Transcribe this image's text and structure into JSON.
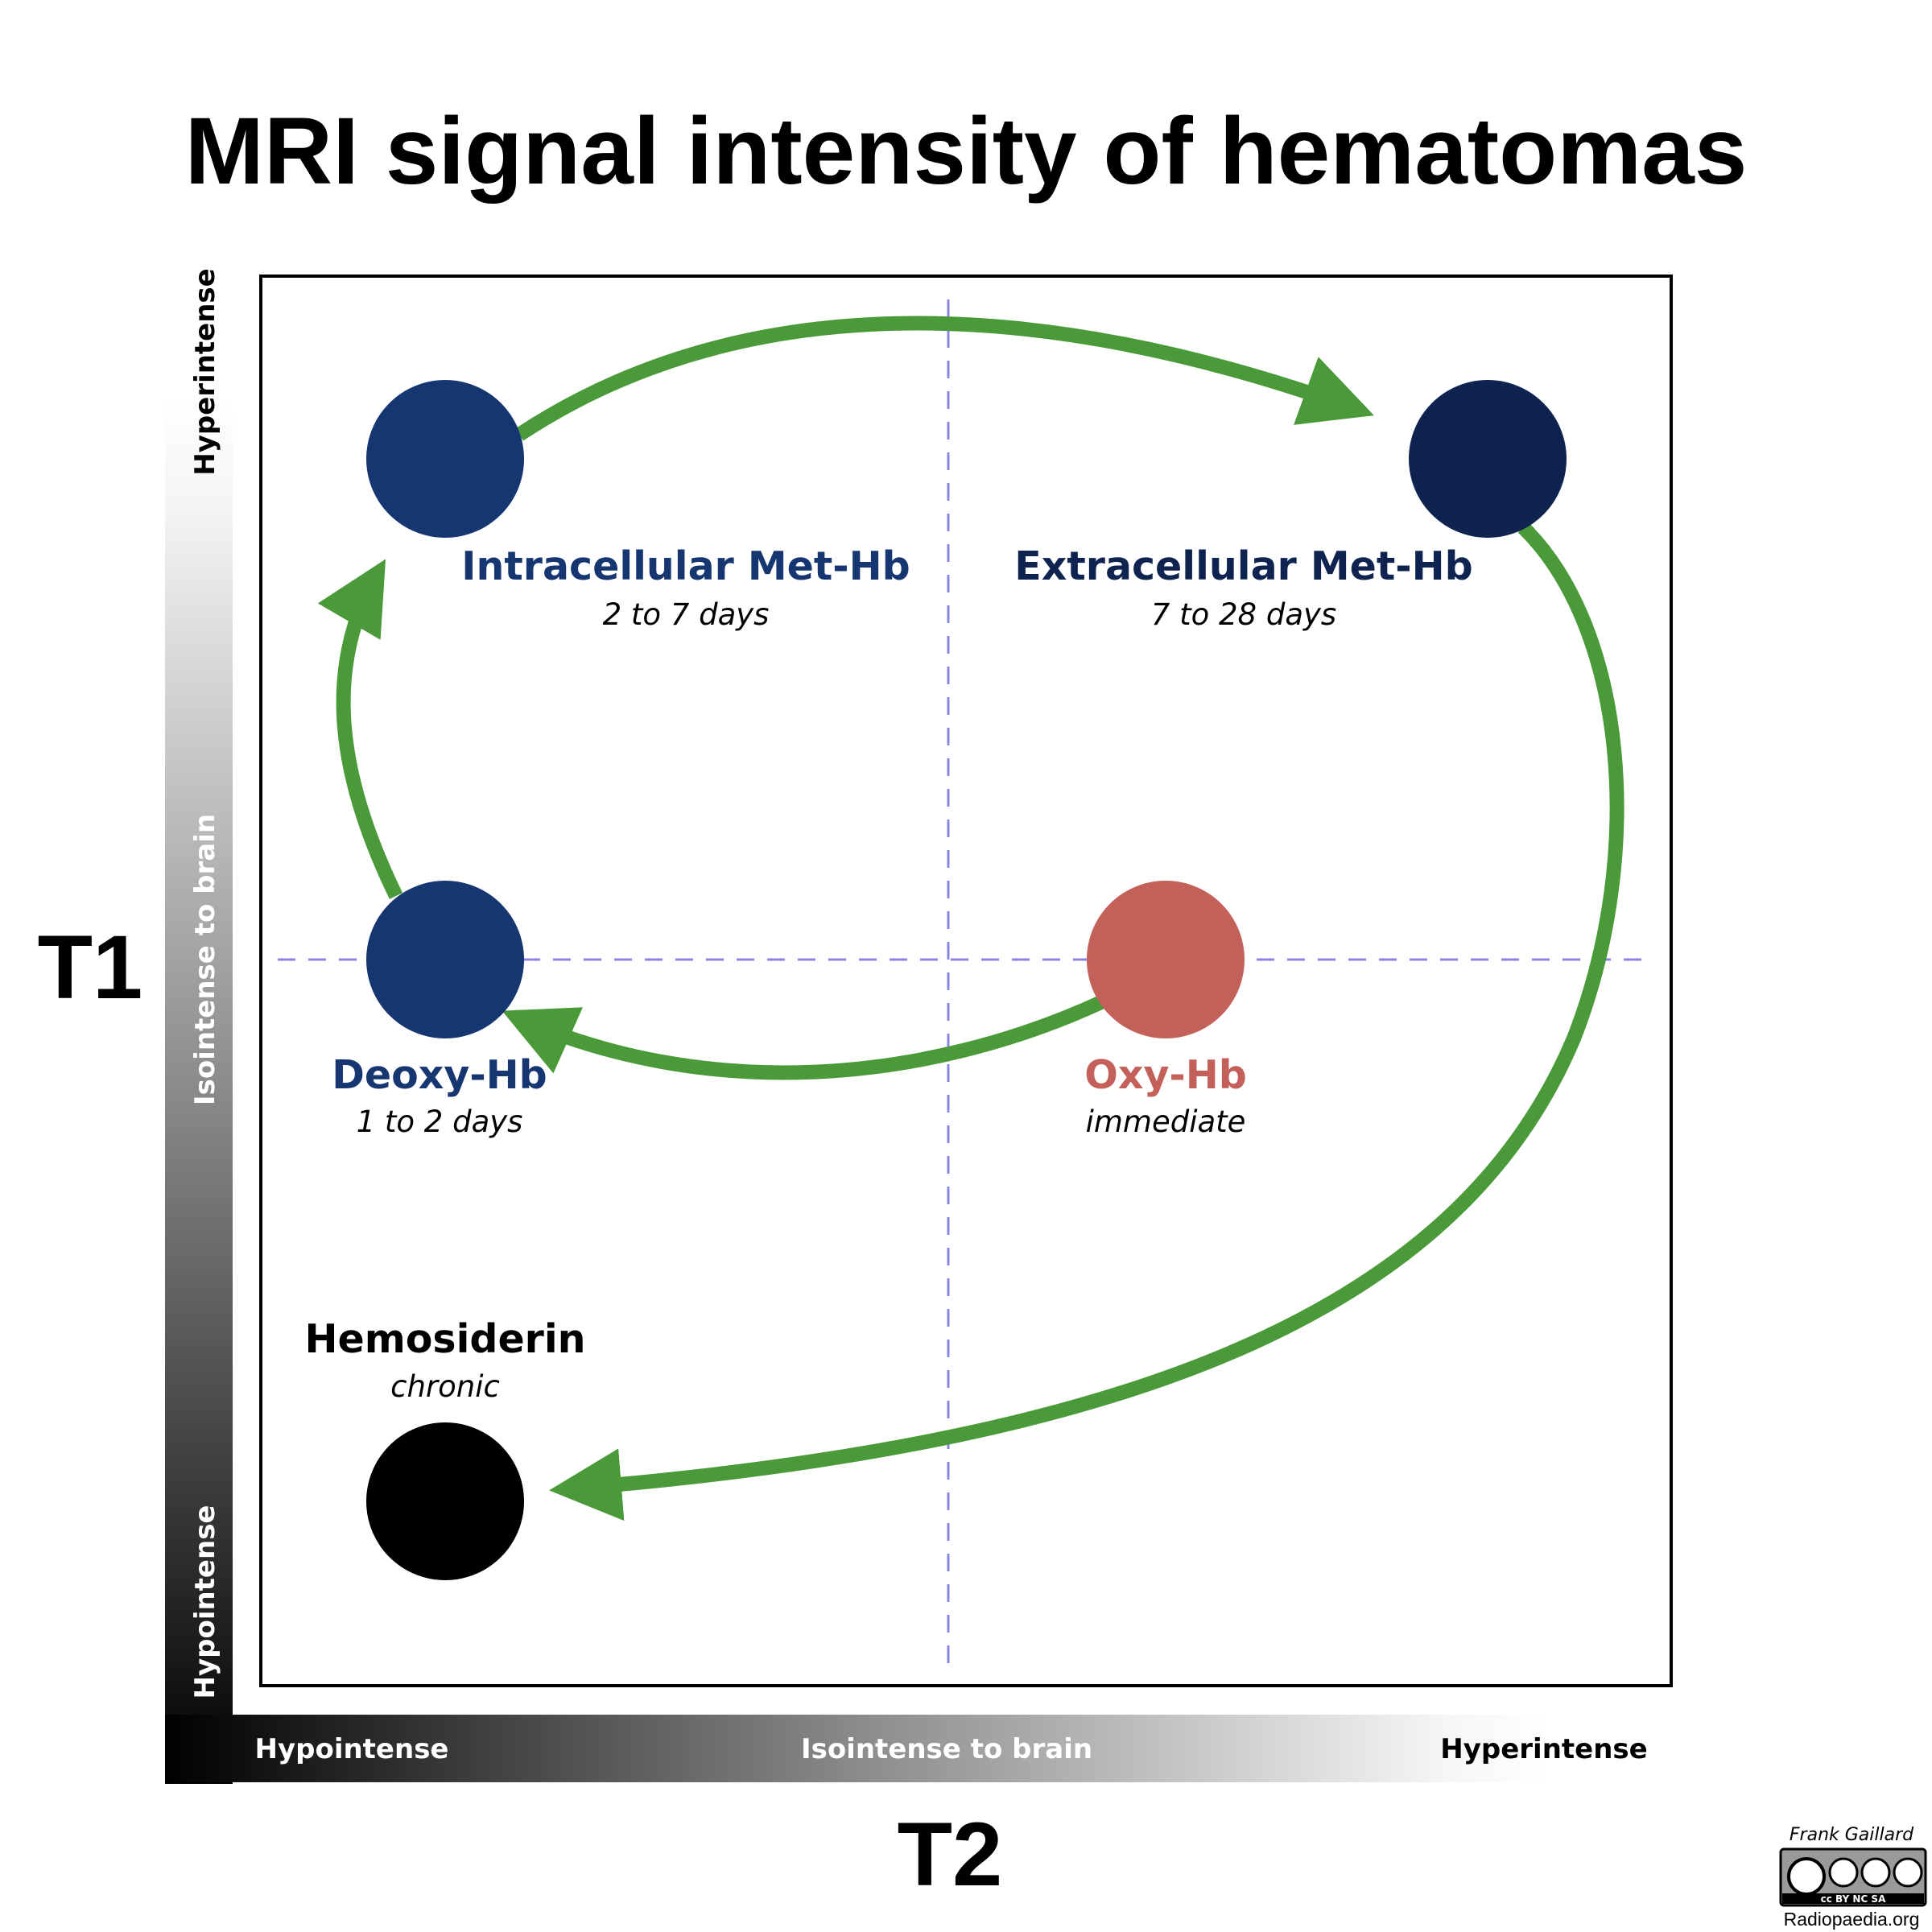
{
  "title": "MRI signal intensity of hematomas",
  "axes": {
    "y_title": "T1",
    "x_title": "T2",
    "y_low": "Hypointense",
    "y_mid": "Isointense to brain",
    "y_high": "Hyperintense",
    "x_low": "Hypointense",
    "x_mid": "Isointense to brain",
    "x_high": "Hyperintense"
  },
  "stages": {
    "intracellular": {
      "name": "Intracellular Met-Hb",
      "time": "2 to 7 days",
      "color": "#163672"
    },
    "extracellular": {
      "name": "Extracellular Met-Hb",
      "time": "7 to 28 days",
      "color": "#0e2350"
    },
    "deoxy": {
      "name": "Deoxy-Hb",
      "time": "1 to 2 days",
      "color": "#163672"
    },
    "oxy": {
      "name": "Oxy-Hb",
      "time": "immediate",
      "color": "#c4605a"
    },
    "hemosiderin": {
      "name": "Hemosiderin",
      "time": "chronic",
      "color": "#000000"
    }
  },
  "colors": {
    "arrow": "#4a9a3a",
    "guide": "#8a85e0"
  },
  "credit": {
    "author": "Frank Gaillard",
    "license_badge": "cc BY NC SA",
    "site": "Radiopaedia.org"
  }
}
